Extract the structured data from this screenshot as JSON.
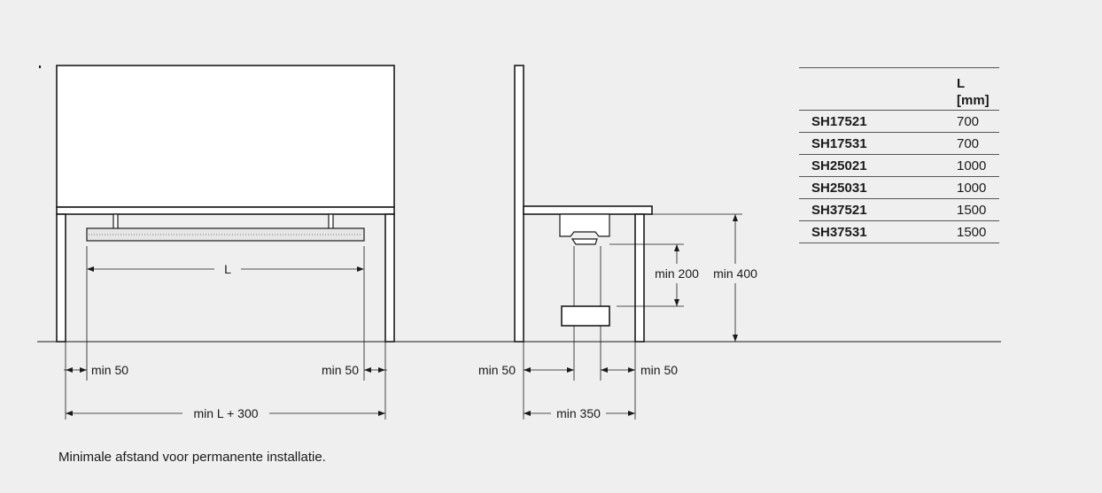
{
  "diagram": {
    "front_view": {
      "dim_L": "L",
      "dim_left_clearance": "min 50",
      "dim_right_clearance": "min 50",
      "dim_total": "min L + 300"
    },
    "side_view": {
      "dim_left": "min 50",
      "dim_right": "min 50",
      "dim_depth": "min 350",
      "dim_min200": "min 200",
      "dim_min400": "min 400"
    }
  },
  "table": {
    "header_l": "L",
    "header_unit": "[mm]",
    "rows": [
      {
        "model": "SH17521",
        "value": "700"
      },
      {
        "model": "SH17531",
        "value": "700"
      },
      {
        "model": "SH25021",
        "value": "1000"
      },
      {
        "model": "SH25031",
        "value": "1000"
      },
      {
        "model": "SH37521",
        "value": "1500"
      },
      {
        "model": "SH37531",
        "value": "1500"
      }
    ]
  },
  "caption": "Minimale afstand voor permanente installatie.",
  "colors": {
    "background": "#efefef",
    "line": "#1a1a1a"
  }
}
